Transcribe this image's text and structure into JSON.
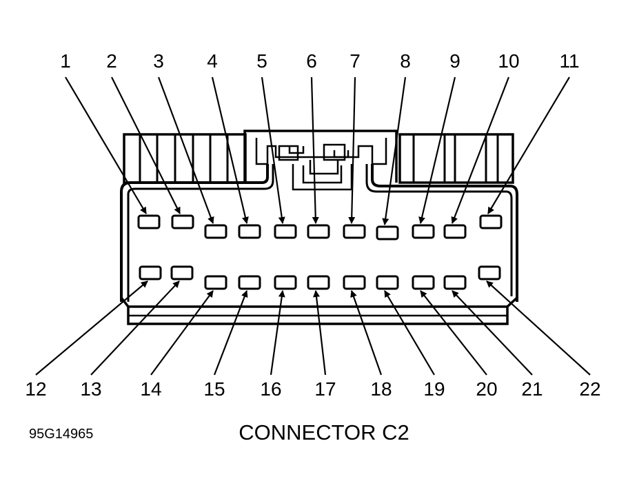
{
  "figure_code": "95G14965",
  "title": "CONNECTOR C2",
  "top_pins": [
    "1",
    "2",
    "3",
    "4",
    "5",
    "6",
    "7",
    "8",
    "9",
    "10",
    "11"
  ],
  "bottom_pins": [
    "12",
    "13",
    "14",
    "15",
    "16",
    "17",
    "18",
    "19",
    "20",
    "21",
    "22"
  ]
}
